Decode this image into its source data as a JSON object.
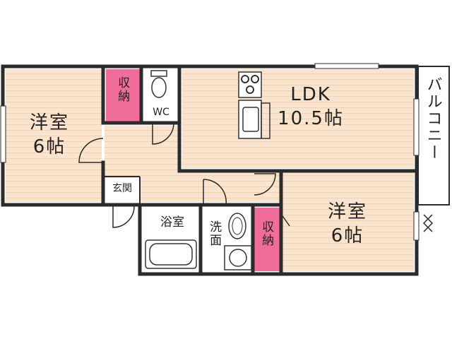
{
  "colors": {
    "wall": "#2b2b2b",
    "floor_wood": "#f8e4cf",
    "floor_wood_line": "#f1d3b5",
    "floor_tile": "#ffffff",
    "storage": "#f06c9a",
    "fixture": "#333333"
  },
  "rooms": {
    "western_left": {
      "name": "洋室",
      "size": "6帖"
    },
    "western_right": {
      "name": "洋室",
      "size": "6帖"
    },
    "ldk": {
      "name": "LDK",
      "size": "10.5帖"
    },
    "storage_top": "収納",
    "storage_bottom": "収納",
    "wc": "WC",
    "entrance": "玄関",
    "bath": "浴室",
    "washroom": "洗面",
    "balcony": "バルコニー"
  },
  "icons": [
    "stove-icon",
    "sink-icon",
    "toilet-icon",
    "washbasin-icon",
    "bathtub-icon",
    "washing-machine-icon"
  ]
}
